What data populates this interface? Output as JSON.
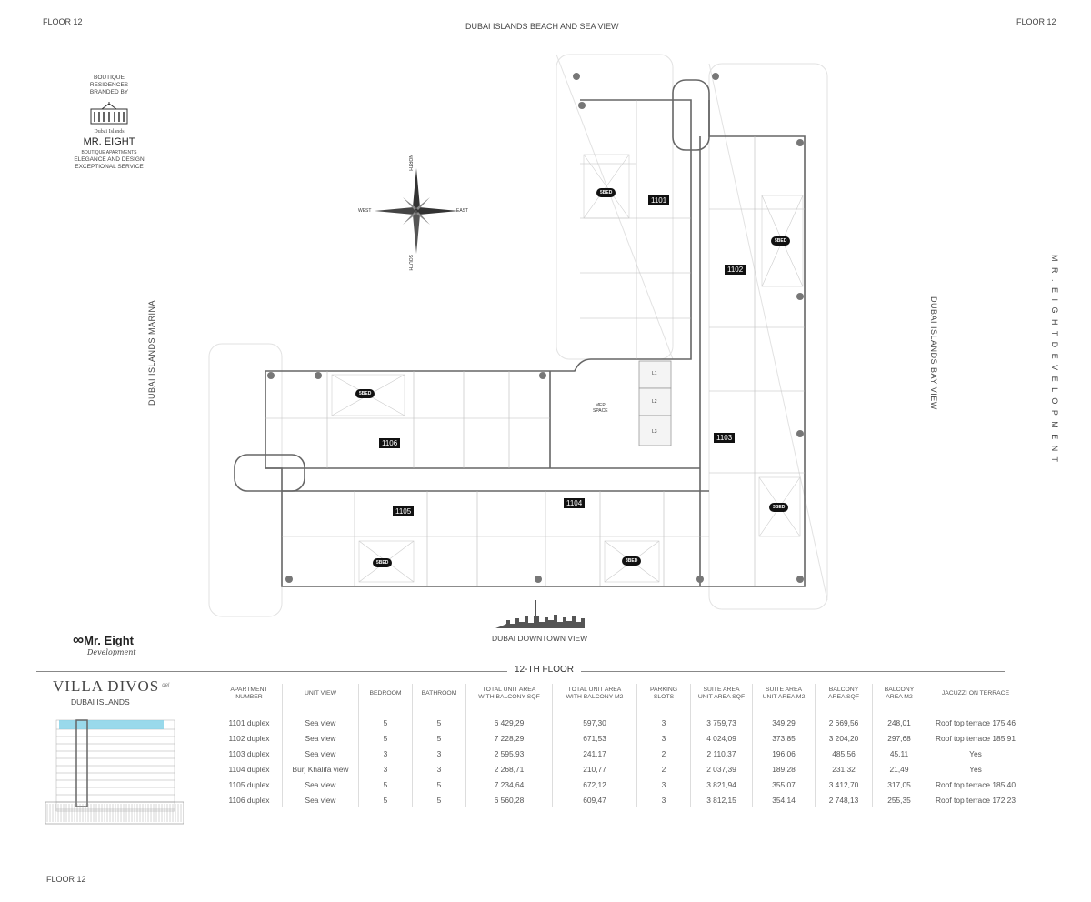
{
  "header": {
    "floor_left": "FLOOR   12",
    "floor_right": "FLOOR   12",
    "top_view": "DUBAI ISLANDS BEACH AND SEA VIEW",
    "floor_bottom": "FLOOR   12"
  },
  "branding": {
    "intro": [
      "BOUTIQUE",
      "RESIDENCES",
      "BRANDED BY"
    ],
    "logo_caption": "Dubai Islands",
    "name": "MR. EIGHT",
    "tagline": [
      "BOUTIQUE APARTMENTS",
      "ELEGANCE AND DESIGN",
      "EXCEPTIONAL SERVICE"
    ],
    "dev_logo": "Mr. Eight",
    "dev_logo_sub": "Development",
    "project_logo": "VILLA DIVOS",
    "project_logo_mid": "del",
    "project_sub": "DUBAI ISLANDS",
    "side_text": "M R .   E I G H T   D E V E L O P M E N T"
  },
  "views": {
    "west": "DUBAI ISLANDS MARINA",
    "east": "DUBAI ISLANDS BAY VIEW",
    "south": "DUBAI DOWNTOWN VIEW"
  },
  "compass": {
    "north": "NORTH",
    "south": "SOUTH",
    "east": "EAST",
    "west": "WEST"
  },
  "plan": {
    "units": [
      "1101",
      "1102",
      "1103",
      "1104",
      "1105",
      "1106"
    ],
    "badges": [
      "5BED",
      "5BED",
      "5BED",
      "5BED",
      "3BED",
      "3BED"
    ],
    "core": {
      "mep": "MEP",
      "mep2": "SPACE",
      "lifts": [
        "L1",
        "L2",
        "L3"
      ]
    }
  },
  "floor_title": "12-TH FLOOR",
  "table": {
    "headers": [
      [
        "APARTMENT",
        "NUMBER"
      ],
      [
        "UNIT VIEW",
        ""
      ],
      [
        "BEDROOM",
        ""
      ],
      [
        "BATHROOM",
        ""
      ],
      [
        "TOTAL UNIT AREA",
        "WITH BALCONY SQF"
      ],
      [
        "TOTAL  UNIT AREA",
        "WITH BALCONY M2"
      ],
      [
        "PARKING",
        "SLOTS"
      ],
      [
        "SUITE AREA",
        "UNIT AREA SQF"
      ],
      [
        "SUITE AREA",
        "UNIT AREA M2"
      ],
      [
        "BALCONY",
        "AREA SQF"
      ],
      [
        "BALCONY",
        "AREA M2"
      ],
      [
        "JACUZZI ON TERRACE",
        ""
      ]
    ],
    "rows": [
      [
        "1101 duplex",
        "Sea view",
        "5",
        "5",
        "6 429,29",
        "597,30",
        "3",
        "3 759,73",
        "349,29",
        "2 669,56",
        "248,01",
        "Roof top terrace 175.46"
      ],
      [
        "1102 duplex",
        "Sea view",
        "5",
        "5",
        "7 228,29",
        "671,53",
        "3",
        "4 024,09",
        "373,85",
        "3 204,20",
        "297,68",
        "Roof top terrace 185.91"
      ],
      [
        "1103 duplex",
        "Sea view",
        "3",
        "3",
        "2 595,93",
        "241,17",
        "2",
        "2 110,37",
        "196,06",
        "485,56",
        "45,11",
        "Yes"
      ],
      [
        "1104 duplex",
        "Burj Khalifa view",
        "3",
        "3",
        "2 268,71",
        "210,77",
        "2",
        "2 037,39",
        "189,28",
        "231,32",
        "21,49",
        "Yes"
      ],
      [
        "1105 duplex",
        "Sea view",
        "5",
        "5",
        "7 234,64",
        "672,12",
        "3",
        "3 821,94",
        "355,07",
        "3 412,70",
        "317,05",
        "Roof top terrace 185.40"
      ],
      [
        "1106 duplex",
        "Sea view",
        "5",
        "5",
        "6 560,28",
        "609,47",
        "3",
        "3 812,15",
        "354,14",
        "2 748,13",
        "255,35",
        "Roof top terrace 172.23"
      ]
    ]
  },
  "colors": {
    "highlight": "#7fd0e6",
    "wall": "#666666",
    "badge": "#111111"
  }
}
